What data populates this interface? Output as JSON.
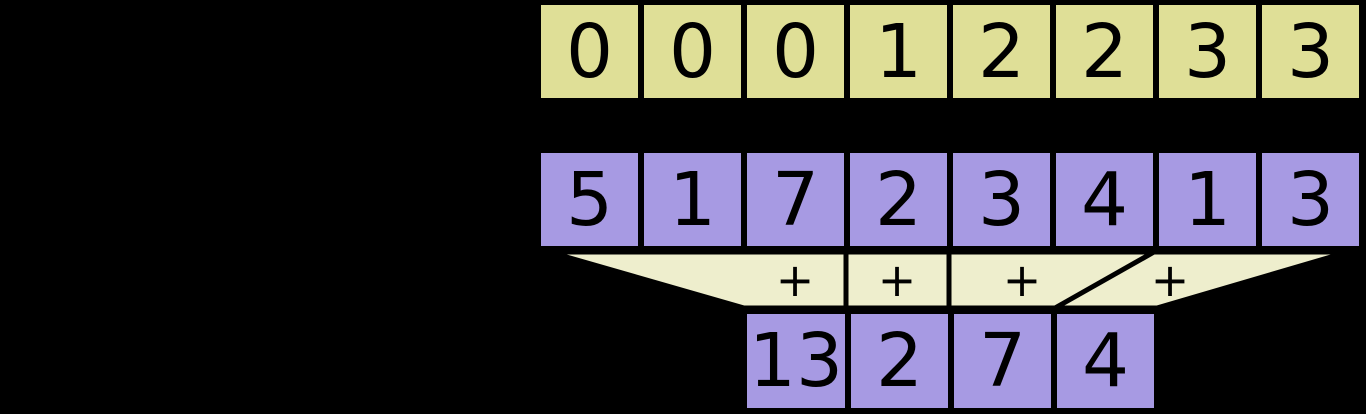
{
  "diagram": {
    "title": "segmented-sum-scan",
    "background_color": "#000000",
    "colors": {
      "segment_row": "#dfdf97",
      "value_row": "#a79ae3",
      "output_row": "#a79ae3",
      "funnel": "#eeeecd",
      "stroke": "#000000",
      "text": "#000000"
    },
    "rows": [
      {
        "name": "segment-id-row",
        "fill": "#dfdf97",
        "cells": [
          "0",
          "0",
          "0",
          "1",
          "2",
          "2",
          "3",
          "3"
        ]
      },
      {
        "name": "input-value-row",
        "fill": "#a79ae3",
        "cells": [
          "5",
          "1",
          "7",
          "2",
          "3",
          "4",
          "1",
          "3"
        ]
      },
      {
        "name": "output-value-row",
        "fill": "#a79ae3",
        "cells": [
          "13",
          "2",
          "7",
          "4"
        ]
      }
    ],
    "funnel": {
      "name": "reduction-funnel",
      "fill": "#eeeecd",
      "operators": [
        "+",
        "+",
        "+",
        "+"
      ]
    }
  }
}
